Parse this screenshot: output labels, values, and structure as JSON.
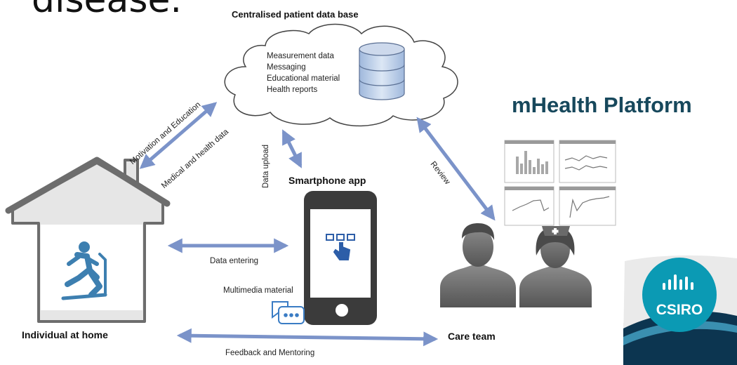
{
  "title_fragment": "disease.",
  "database": {
    "title": "Centralised patient data base",
    "items": [
      "Measurement data",
      "Messaging",
      "Educational material",
      "Health reports"
    ]
  },
  "platform_label": "mHealth Platform",
  "nodes": {
    "home": "Individual at home",
    "smartphone": "Smartphone app",
    "care_team": "Care team"
  },
  "flows": {
    "motivation": "Motivation and Education",
    "medical": "Medical and health data",
    "upload": "Data upload",
    "review": "Review",
    "entering": "Data entering",
    "multimedia": "Multimedia material",
    "feedback": "Feedback and Mentoring"
  },
  "logo_text": "CSIRO",
  "colors": {
    "arrow": "#7b93c9",
    "platform_text": "#17485c",
    "house": "#6d6d6d",
    "runner": "#3d7fb0",
    "logo_teal": "#0b9ab4",
    "logo_navy": "#0c3550"
  }
}
